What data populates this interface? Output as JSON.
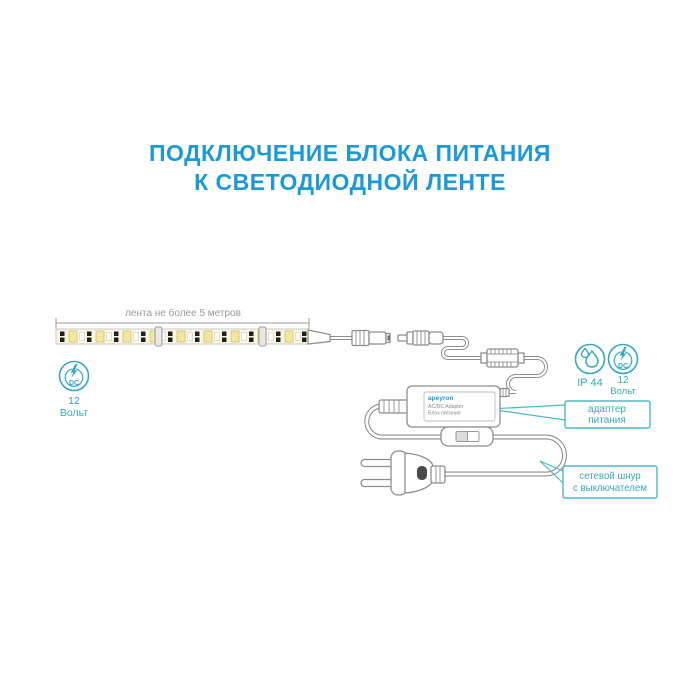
{
  "title": {
    "line1": "ПОДКЛЮЧЕНИЕ БЛОКА ПИТАНИЯ",
    "line2": "К СВЕТОДИОДНОЙ ЛЕНТЕ"
  },
  "colors": {
    "title_blue": "#1b9ad7",
    "teal": "#35aabf",
    "callout_border": "#4cb8c8",
    "outline_gray": "#8e8e8e",
    "led_yellow": "#f1e8a2"
  },
  "strip": {
    "dimension_label": "лента не более 5 метров"
  },
  "badges": {
    "dc_left": {
      "symbol": "DC",
      "value": "12",
      "unit": "Вольт"
    },
    "ip44": {
      "label": "IP 44"
    },
    "dc_right": {
      "symbol": "DC",
      "value": "12",
      "unit": "Вольт"
    }
  },
  "adapter": {
    "logo": "apeyron",
    "line1": "AC/DC Adapter",
    "line2": "Блок питания"
  },
  "callouts": {
    "adapter": {
      "line1": "адаптер",
      "line2": "питания"
    },
    "cord": {
      "line1": "сетевой шнур",
      "line2": "с выключателем"
    }
  }
}
